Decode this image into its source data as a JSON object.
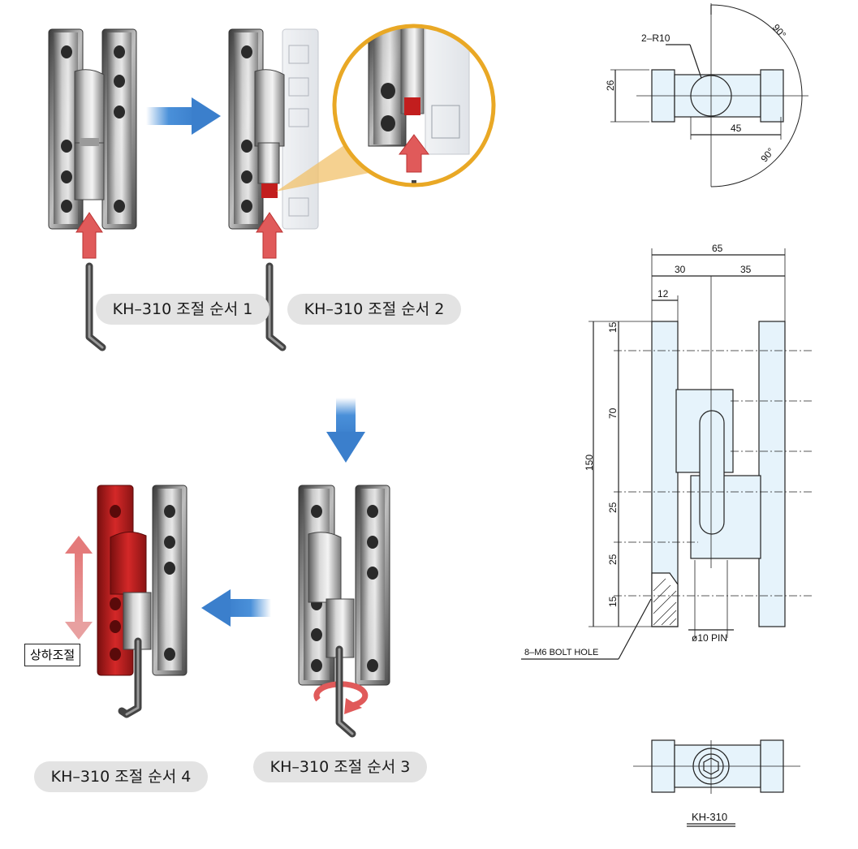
{
  "steps": {
    "step1": "KH–310 조절 순서 1",
    "step2": "KH–310 조절 순서 2",
    "step3": "KH–310 조절 순서 3",
    "step4": "KH–310 조절 순서 4"
  },
  "adjust_label": "상하조절",
  "top_view": {
    "radius_label": "2–R10",
    "angle_top": "90°",
    "angle_bottom": "90°",
    "height_dim": "26",
    "width_dim": "45"
  },
  "front_view": {
    "total_width": "65",
    "left_width": "30",
    "right_width": "35",
    "plate_width": "12",
    "total_height": "150",
    "seg1": "15",
    "seg2": "70",
    "seg3": "25",
    "seg4": "25",
    "seg5": "15",
    "pin_label": "ø10 PIN",
    "bolt_label": "8–M6 BOLT HOLE"
  },
  "model_label": "KH-310",
  "colors": {
    "arrow_blue": "#4a90d9",
    "arrow_red": "#e05a5a",
    "highlight_red": "#c21e1e",
    "circle_gold": "#e9a825",
    "drawing_fill": "#e6f3fb"
  }
}
